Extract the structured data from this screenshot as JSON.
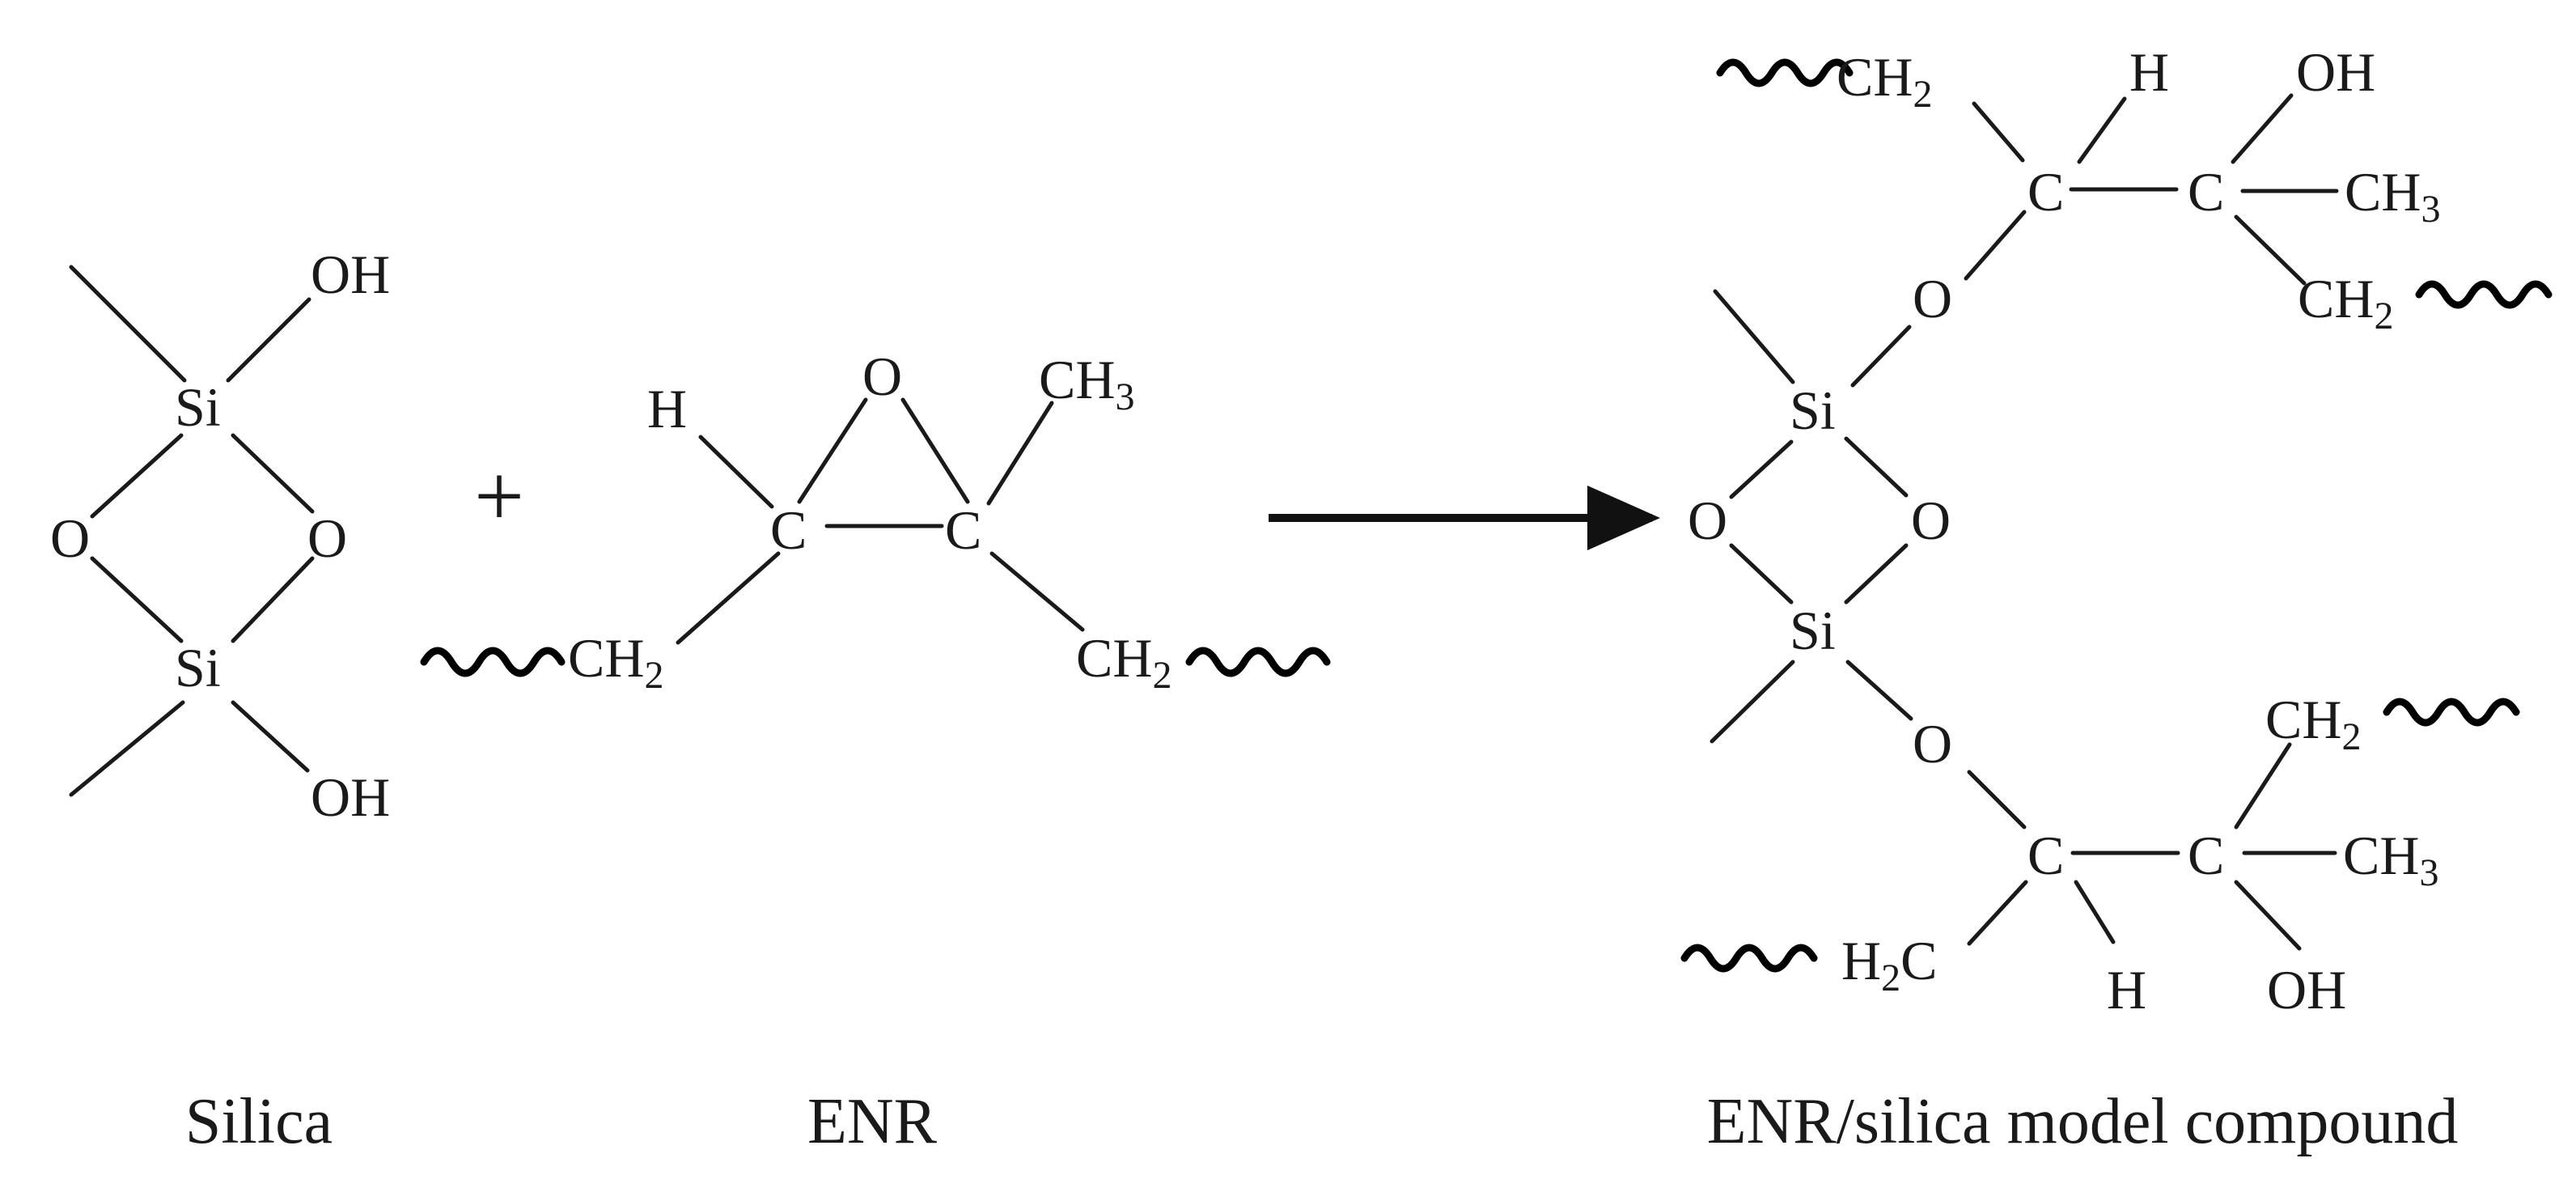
{
  "reaction": {
    "plus": "+",
    "reactants": [
      {
        "caption": "Silica",
        "atoms": {
          "oh_top": "OH",
          "si_top": "Si",
          "o_left": "O",
          "o_right": "O",
          "si_bottom": "Si",
          "oh_bottom": "OH"
        }
      },
      {
        "caption": "ENR",
        "atoms": {
          "h": "H",
          "o_epoxide": "O",
          "ch3": "CH",
          "ch3_sub": "3",
          "c_left": "C",
          "c_right": "C",
          "ch2_left": "CH",
          "ch2_left_sub": "2",
          "ch2_right": "CH",
          "ch2_right_sub": "2"
        }
      }
    ],
    "product": {
      "caption": "ENR/silica model compound",
      "atoms": {
        "top_ch2": "CH",
        "top_ch2_sub": "2",
        "top_h": "H",
        "top_oh": "OH",
        "top_c1": "C",
        "top_c2": "C",
        "top_ch3": "CH",
        "top_ch3_sub": "3",
        "top_ch2_right": "CH",
        "top_ch2_right_sub": "2",
        "top_o": "O",
        "si_top": "Si",
        "o_left": "O",
        "o_right": "O",
        "si_bottom": "Si",
        "bottom_o": "O",
        "bottom_ch2_right": "CH",
        "bottom_ch2_right_sub": "2",
        "bottom_c1": "C",
        "bottom_c2": "C",
        "bottom_ch3": "CH",
        "bottom_ch3_sub": "3",
        "bottom_h2c_left": "H",
        "bottom_h2c_sub": "2",
        "bottom_h2c_c": "C",
        "bottom_h": "H",
        "bottom_oh": "OH"
      }
    }
  },
  "colors": {
    "ink": "#1a1a1a",
    "background": "#ffffff"
  }
}
